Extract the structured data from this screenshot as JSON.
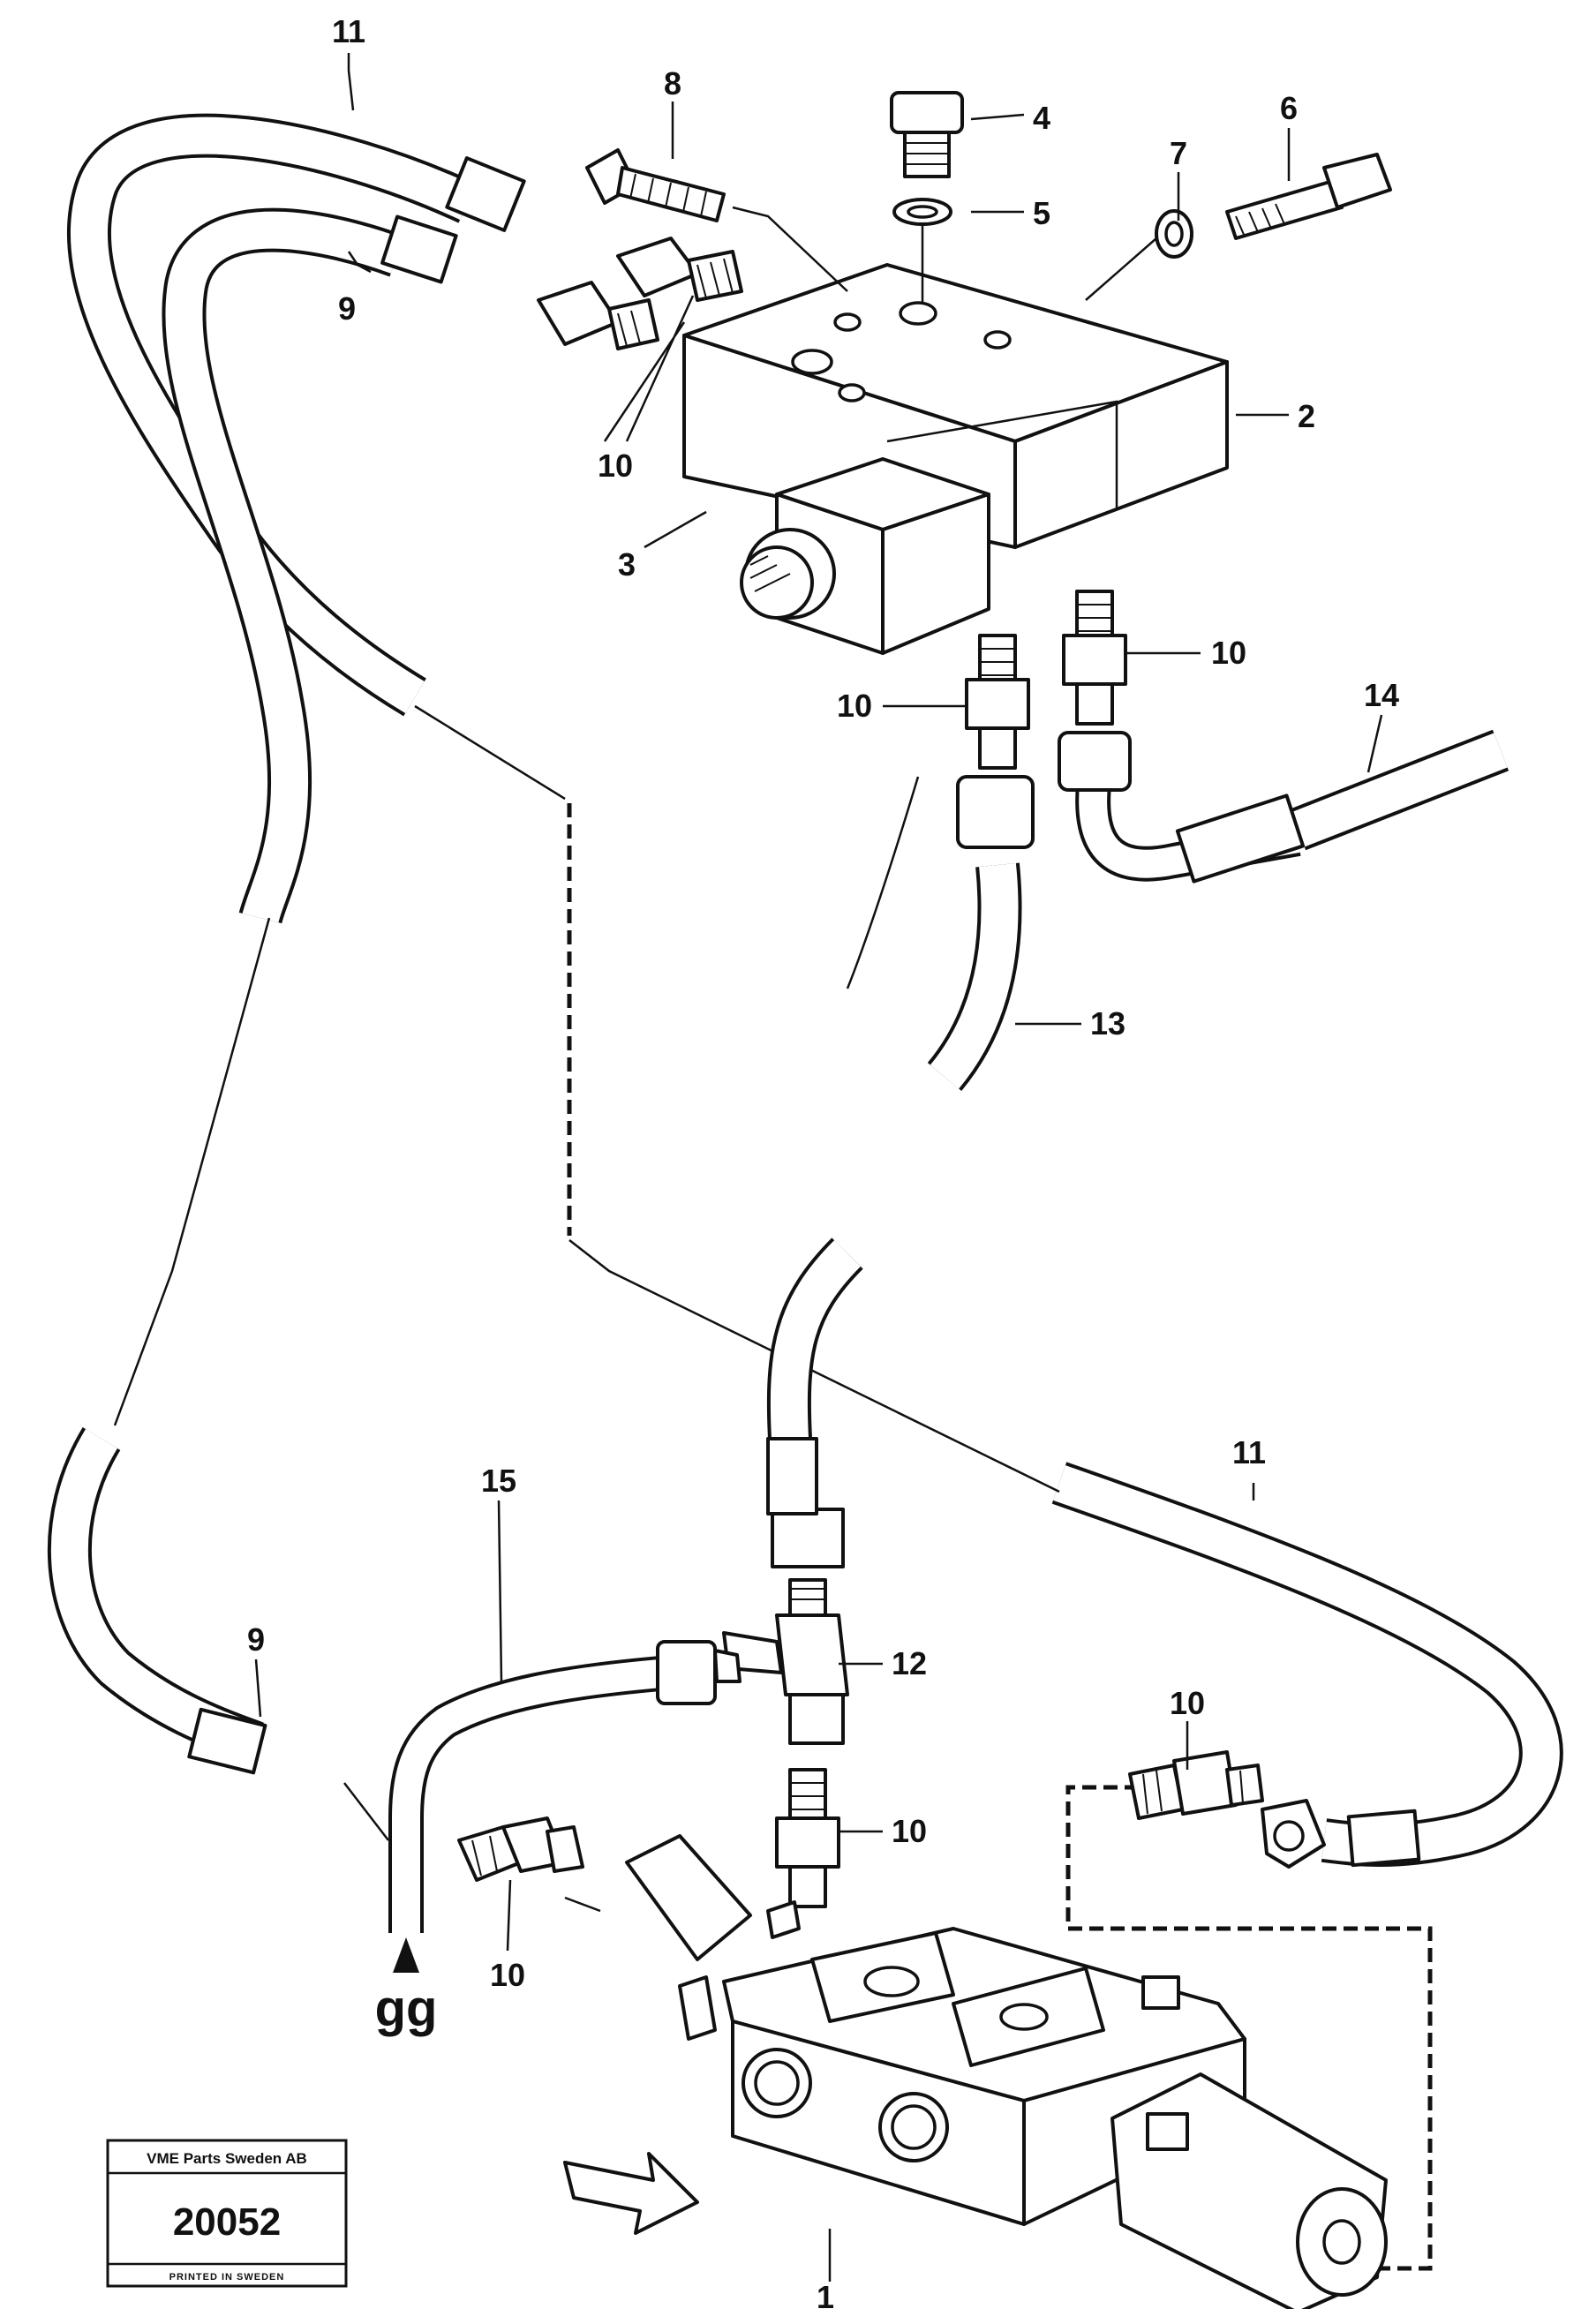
{
  "callouts": {
    "c1": "1",
    "c2": "2",
    "c3": "3",
    "c4": "4",
    "c5": "5",
    "c6": "6",
    "c7": "7",
    "c8": "8",
    "c9_top": "9",
    "c9_bottom": "9",
    "c10_left_top": "10",
    "c10_center": "10",
    "c10_right": "10",
    "c10_lower_center": "10",
    "c10_lower_left": "10",
    "c10_lower_right": "10",
    "c11_top": "11",
    "c11_bottom": "11",
    "c12": "12",
    "c13": "13",
    "c14": "14",
    "c15": "15"
  },
  "flow_label": "gg",
  "stamp": {
    "company": "VME Parts Sweden AB",
    "number": "20052",
    "footer": "PRINTED IN SWEDEN"
  }
}
